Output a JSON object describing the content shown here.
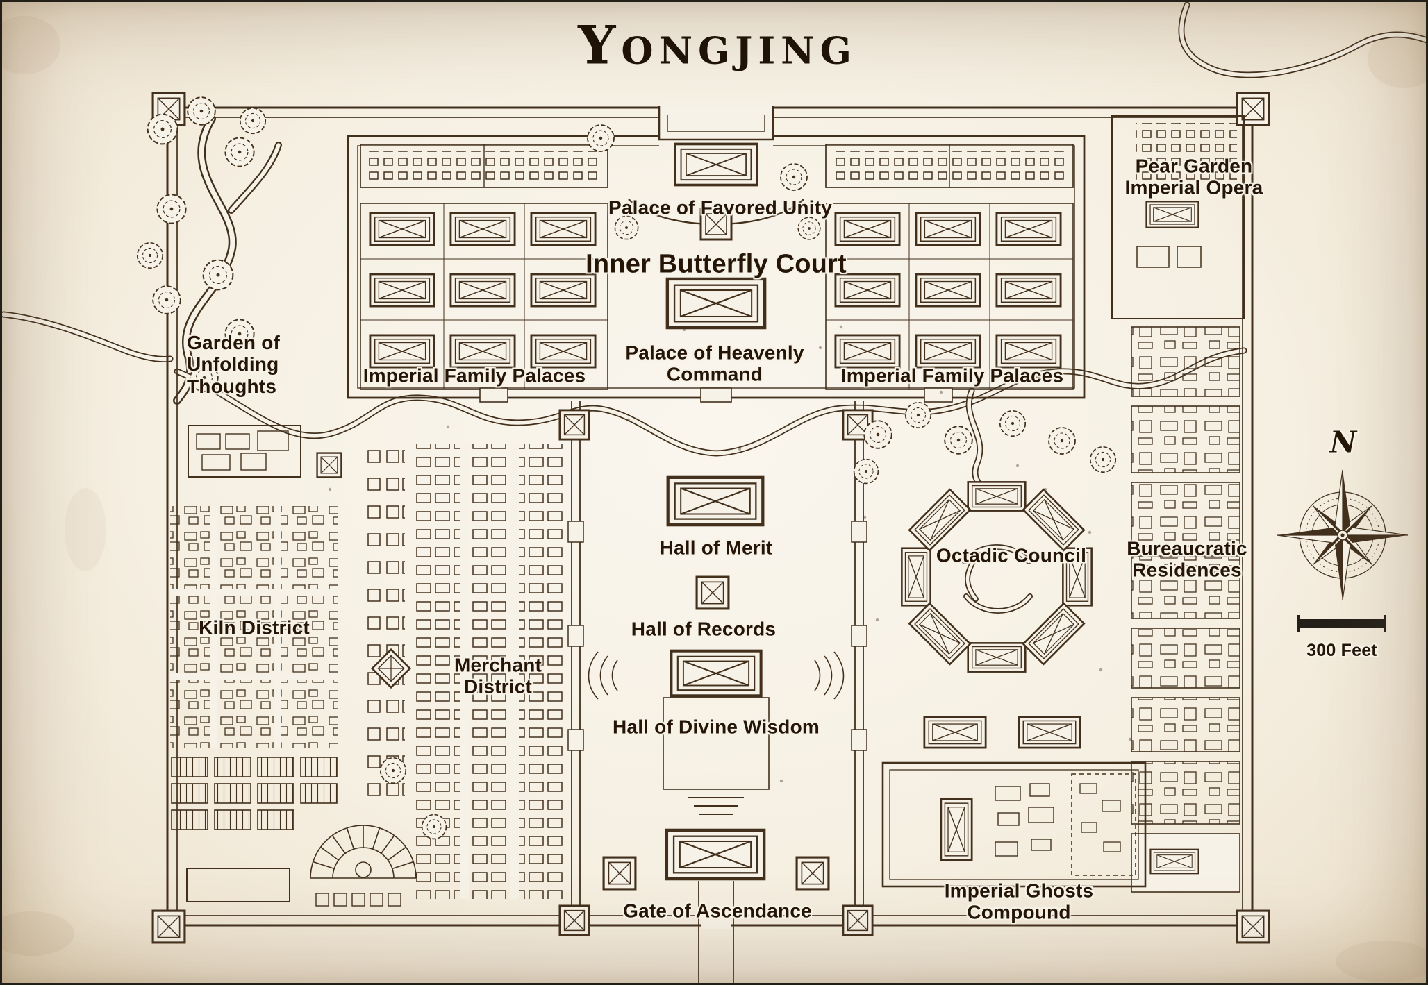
{
  "map": {
    "title": "Yongjing",
    "compass": {
      "north_label": "N"
    },
    "scale": {
      "label": "300 Feet"
    },
    "colors": {
      "ink": "#42301d",
      "parchment": "#f7f2e7",
      "label_ink": "#241507"
    },
    "labels": {
      "palace_of_favored_unity": "Palace of Favored Unity",
      "inner_butterfly_court": "Inner Butterfly Court",
      "imperial_family_palaces_west": "Imperial Family Palaces",
      "imperial_family_palaces_east": "Imperial Family Palaces",
      "palace_of_heavenly_command": "Palace of Heavenly Command",
      "garden_of_unfolding_thoughts": "Garden of Unfolding Thoughts",
      "pear_garden_imperial_opera": "Pear Garden Imperial Opera",
      "hall_of_merit": "Hall of Merit",
      "hall_of_records": "Hall of Records",
      "hall_of_divine_wisdom": "Hall of Divine Wisdom",
      "octadic_council": "Octadic Council",
      "bureaucratic_residences": "Bureaucratic Residences",
      "kiln_district": "Kiln District",
      "merchant_district": "Merchant District",
      "imperial_ghosts_compound": "Imperial Ghosts Compound",
      "gate_of_ascendance": "Gate of Ascendance"
    }
  }
}
